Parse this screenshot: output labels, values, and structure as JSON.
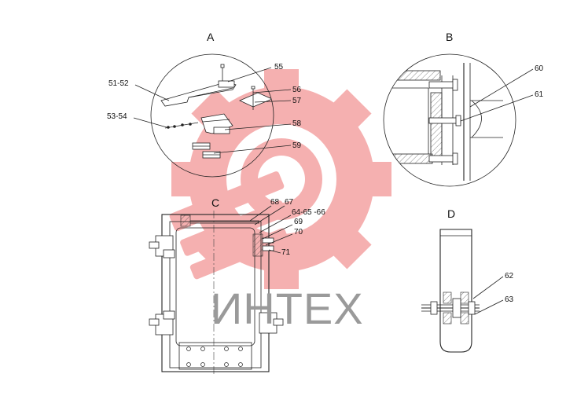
{
  "views": {
    "a": "A",
    "b": "B",
    "c": "C",
    "d": "D"
  },
  "callouts": {
    "n55": "55",
    "n51_52": "51-52",
    "n56": "56",
    "n57": "57",
    "n53_54": "53-54",
    "n58": "58",
    "n59": "59",
    "n60": "60",
    "n61": "61",
    "n68": "68",
    "n67": "67",
    "n64_66": "64-65 -66",
    "n69": "69",
    "n70": "70",
    "n71": "71",
    "n62": "62",
    "n63": "63"
  },
  "watermark": {
    "text": "ИНТЕХ",
    "gear_color": "#f4a3a3"
  }
}
